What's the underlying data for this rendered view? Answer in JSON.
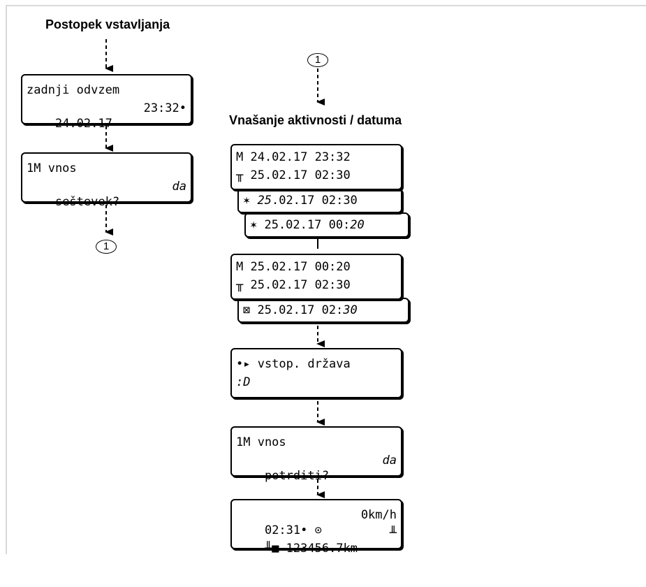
{
  "left": {
    "title": "Postopek vstavljanja",
    "box1": {
      "l1": "zadnji odvzem",
      "l2a": "24.02.17",
      "l2b": "23:32•"
    },
    "box2": {
      "l1": "1M vnos",
      "l2a": "seštevek?",
      "l2b": "da"
    },
    "connector": "1"
  },
  "right": {
    "connector": "1",
    "title": "Vnašanje aktivnosti / datuma",
    "stack1": {
      "a": {
        "l1": "M 24.02.17 23:32",
        "l2": "╥ 25.02.17 02:30"
      },
      "b": {
        "pre": "✶ ",
        "day": "25",
        "rest": ".02.17 02:30"
      },
      "c": {
        "pre": "✶ 25.02.17 00:",
        "min": "20"
      }
    },
    "stack2": {
      "a": {
        "l1": "M 25.02.17 00:20",
        "l2": "╥ 25.02.17 02:30"
      },
      "b": {
        "pre": "⊠ 25.02.17 02:",
        "min": "30"
      }
    },
    "country": {
      "l1": "•▸ vstop. država",
      "l2": ":D"
    },
    "confirm": {
      "l1": "1M vnos",
      "l2a": "potrditi?",
      "l2b": "da"
    },
    "status": {
      "l1a": "02:31• ⊙",
      "l1b": "0km/h",
      "l2a": "╨■ 123456.7km",
      "l2b": "╨"
    }
  }
}
